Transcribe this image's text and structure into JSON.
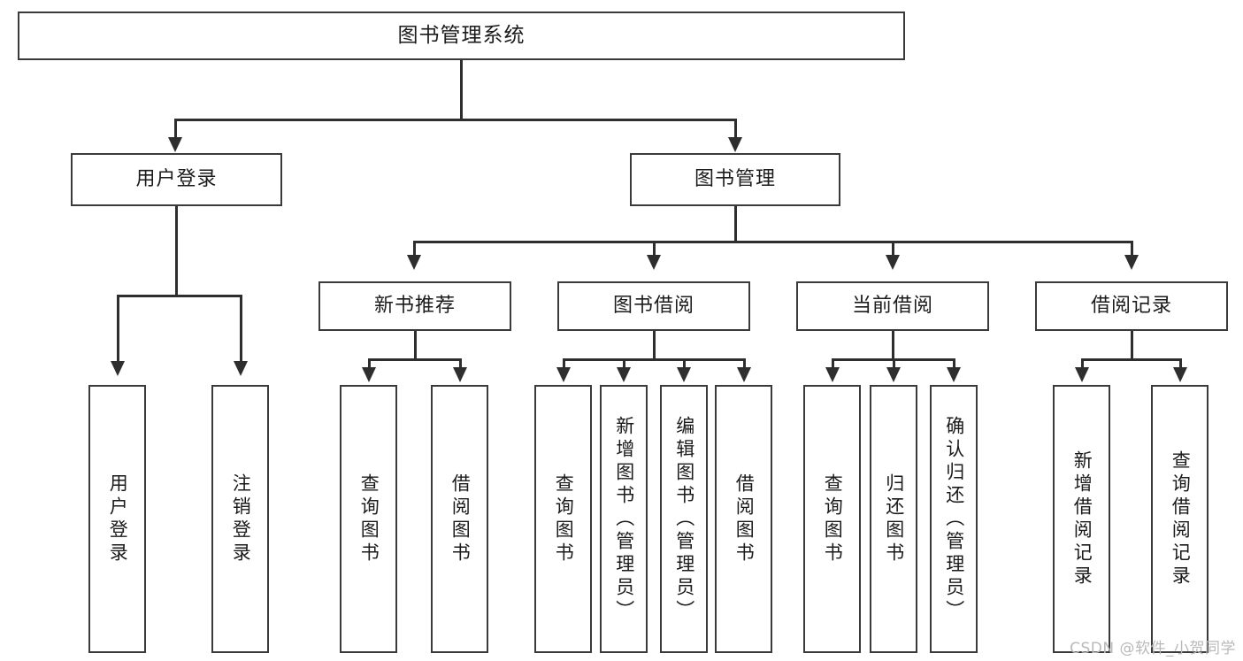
{
  "diagram": {
    "title": "图书管理系统",
    "type": "tree",
    "watermark": "CSDN @软件_小贺同学",
    "colors": {
      "stroke": "#2e2e2e",
      "box_border": "#3a3a3a",
      "background": "#ffffff",
      "text": "#1b1b1b",
      "watermark": "#b9b9b9"
    },
    "levels": {
      "level0": [
        {
          "id": "root",
          "label": "图书管理系统"
        }
      ],
      "level1": [
        {
          "id": "user-login",
          "label": "用户登录",
          "parent": "root"
        },
        {
          "id": "book-manage",
          "label": "图书管理",
          "parent": "root"
        }
      ],
      "level2": [
        {
          "id": "new-book-recommend",
          "label": "新书推荐",
          "parent": "book-manage"
        },
        {
          "id": "book-borrow",
          "label": "图书借阅",
          "parent": "book-manage"
        },
        {
          "id": "current-borrow",
          "label": "当前借阅",
          "parent": "book-manage"
        },
        {
          "id": "borrow-record",
          "label": "借阅记录",
          "parent": "book-manage"
        }
      ],
      "level3": [
        {
          "id": "leaf-user-login",
          "label": "用户登录",
          "parent": "user-login"
        },
        {
          "id": "leaf-logout",
          "label": "注销登录",
          "parent": "user-login"
        },
        {
          "id": "leaf-query-book-1",
          "label": "查询图书",
          "parent": "new-book-recommend"
        },
        {
          "id": "leaf-borrow-book-1",
          "label": "借阅图书",
          "parent": "new-book-recommend"
        },
        {
          "id": "leaf-query-book-2",
          "label": "查询图书",
          "parent": "book-borrow"
        },
        {
          "id": "leaf-add-book",
          "label": "新增图书（管理员）",
          "parent": "book-borrow"
        },
        {
          "id": "leaf-edit-book",
          "label": "编辑图书（管理员）",
          "parent": "book-borrow"
        },
        {
          "id": "leaf-borrow-book-2",
          "label": "借阅图书",
          "parent": "book-borrow"
        },
        {
          "id": "leaf-query-book-3",
          "label": "查询图书",
          "parent": "current-borrow"
        },
        {
          "id": "leaf-return-book",
          "label": "归还图书",
          "parent": "current-borrow"
        },
        {
          "id": "leaf-confirm-return",
          "label": "确认归还（管理员）",
          "parent": "current-borrow"
        },
        {
          "id": "leaf-add-record",
          "label": "新增借阅记录",
          "parent": "borrow-record"
        },
        {
          "id": "leaf-query-record",
          "label": "查询借阅记录",
          "parent": "borrow-record"
        }
      ]
    }
  }
}
